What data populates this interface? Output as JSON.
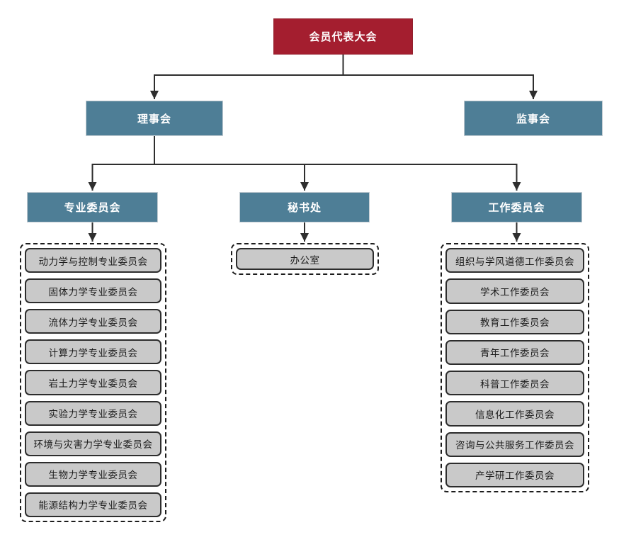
{
  "nodes": {
    "root": {
      "label": "会员代表大会"
    },
    "council": {
      "label": "理事会"
    },
    "supervisors": {
      "label": "监事会"
    },
    "specialized": {
      "label": "专业委员会"
    },
    "secretariat": {
      "label": "秘书处"
    },
    "working": {
      "label": "工作委员会"
    },
    "office": {
      "label": "办公室"
    }
  },
  "specialized_committees": [
    "动力学与控制专业委员会",
    "固体力学专业委员会",
    "流体力学专业委员会",
    "计算力学专业委员会",
    "岩土力学专业委员会",
    "实验力学专业委员会",
    "环境与灾害力学专业委员会",
    "生物力学专业委员会",
    "能源结构力学专业委员会"
  ],
  "working_committees": [
    "组织与学风道德工作委员会",
    "学术工作委员会",
    "教育工作委员会",
    "青年工作委员会",
    "科普工作委员会",
    "信息化工作委员会",
    "咨询与公共服务工作委员会",
    "产学研工作委员会"
  ],
  "colors": {
    "root_fill": "#a41e2f",
    "branch_fill": "#4e7e96",
    "leaf_fill": "#c9c9c9",
    "leaf_border": "#2d2d2d",
    "connector": "#2e2e2e",
    "background": "#ffffff"
  }
}
